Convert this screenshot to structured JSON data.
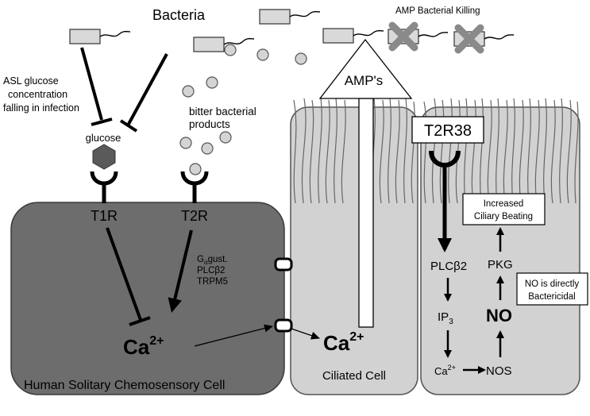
{
  "labels": {
    "bacteria": "Bacteria",
    "amp_killing": "AMP Bacterial Killing",
    "asl_glucose_1": "ASL glucose",
    "asl_glucose_2": "concentration",
    "asl_glucose_3": "falling in infection",
    "glucose": "glucose",
    "bitter_1": "bitter bacterial",
    "bitter_2": "products",
    "amps": "AMP's",
    "t2r38": "T2R38",
    "t1r": "T1R",
    "t2r": "T2R",
    "g_main": "G",
    "g_sub": "α",
    "g_rest": "gust.",
    "plcb2_small": "PLCβ2",
    "trpm5": "TRPM5",
    "ca_main": "Ca",
    "ca_sup": "2+",
    "plcb2": "PLCβ2",
    "ip_main": "IP",
    "ip_sub": "3",
    "ca_small_main": "Ca",
    "ca_small_sup": "2+",
    "nos": "NOS",
    "no": "NO",
    "pkg": "PKG",
    "ciliary_1": "Increased",
    "ciliary_2": "Ciliary Beating",
    "no_bact_1": "NO is directly",
    "no_bact_2": "Bactericidal",
    "solitary_cell": "Human Solitary Chemosensory Cell",
    "ciliated_cell": "Ciliated Cell"
  },
  "colors": {
    "solitary_cell_fill": "#6d6d6d",
    "ciliated_cell_fill": "#d2d2d2",
    "bacteria_fill": "#d9d9d9",
    "glucose_fill": "#5a5a5a",
    "bitter_particle_fill": "#d4d4d4"
  },
  "icons": [
    "bacterium-icon",
    "dead-bacterium-icon",
    "receptor-icon",
    "inhibition-arrow",
    "activation-arrow",
    "gap-junction-icon"
  ]
}
